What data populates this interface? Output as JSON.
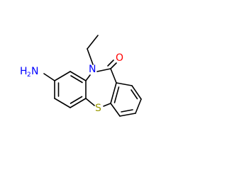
{
  "molecule": {
    "atoms": {
      "amine": {
        "symbol": "H",
        "subscript": "2",
        "element": "N",
        "color": "#0000ff"
      },
      "nitrogen": {
        "symbol": "N",
        "color": "#0000ff"
      },
      "oxygen": {
        "symbol": "O",
        "color": "#ff0000"
      },
      "sulfur": {
        "symbol": "S",
        "color": "#999900"
      }
    },
    "bond_color": "#000000"
  }
}
